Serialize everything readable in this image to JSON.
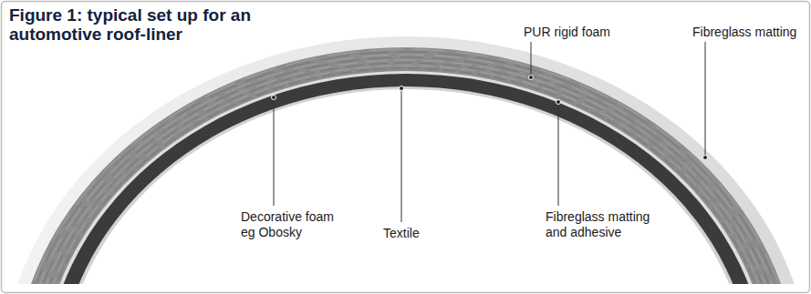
{
  "diagram": {
    "title": "Figure 1: typical set up for an automotive roof-liner",
    "labels": [
      "PUR rigid foam",
      "Fibreglass matting",
      "Decorative foam eg Obosky",
      "Textile",
      "Fibreglass matting and adhesive"
    ]
  }
}
